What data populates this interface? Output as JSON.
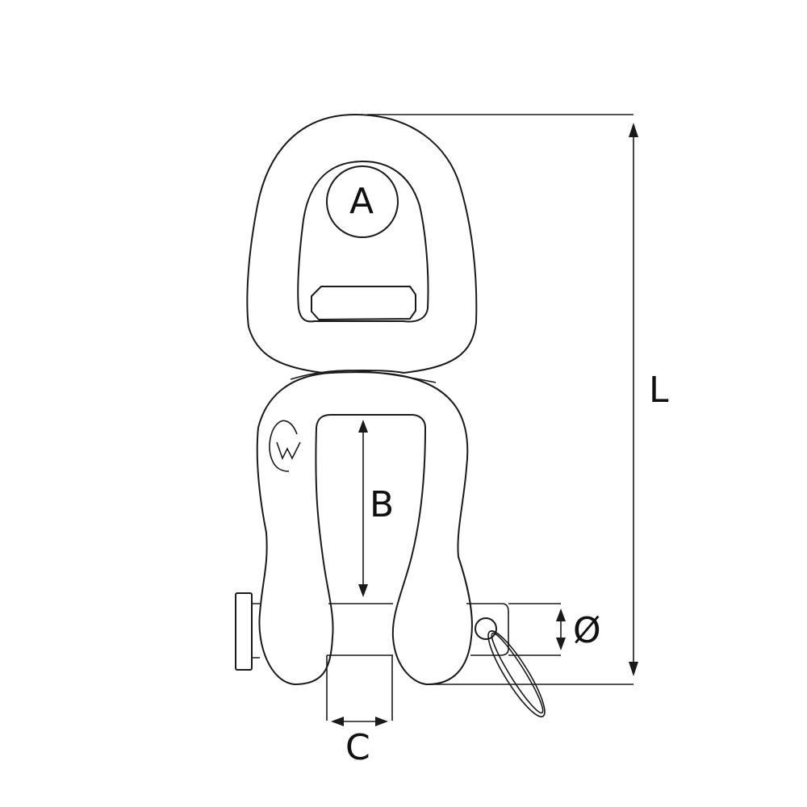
{
  "diagram": {
    "subject": "swivel shackle dimension drawing",
    "stroke_color": "#1a1a1a",
    "background": "#ffffff",
    "labels": {
      "A": "A",
      "B": "B",
      "C": "C",
      "L": "L",
      "diameter": "Ø"
    },
    "logo": "W"
  }
}
